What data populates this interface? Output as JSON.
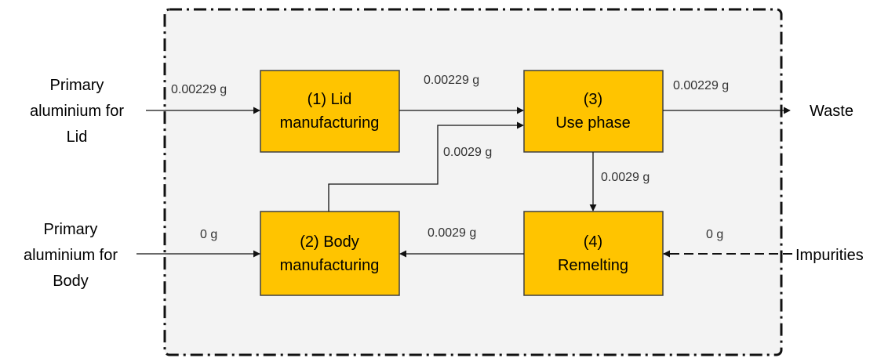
{
  "colors": {
    "box_fill": "#FFC400",
    "box_stroke": "#404040",
    "boundary_fill": "#F3F3F3",
    "boundary_stroke": "#111111",
    "line": "#111111"
  },
  "processes": {
    "lid": {
      "line1": "(1) Lid",
      "line2": "manufacturing"
    },
    "use": {
      "line1": "(3)",
      "line2": "Use phase"
    },
    "body": {
      "line1": "(2) Body",
      "line2": "manufacturing"
    },
    "remelt": {
      "line1": "(4)",
      "line2": "Remelting"
    }
  },
  "inputs": {
    "primary_lid": {
      "line1": "Primary",
      "line2": "aluminium for",
      "line3": "Lid"
    },
    "primary_body": {
      "line1": "Primary",
      "line2": "aluminium for",
      "line3": "Body"
    },
    "impurities": "Impurities"
  },
  "outputs": {
    "waste": "Waste"
  },
  "flows": {
    "primary_lid_to_lid": "0.00229 g",
    "lid_to_use": "0.00229 g",
    "use_to_waste": "0.00229 g",
    "body_to_use": "0.0029 g",
    "use_to_remelt": "0.0029 g",
    "primary_body_to_body": "0 g",
    "remelt_to_body": "0.0029 g",
    "impurities_to_remelt": "0 g"
  }
}
